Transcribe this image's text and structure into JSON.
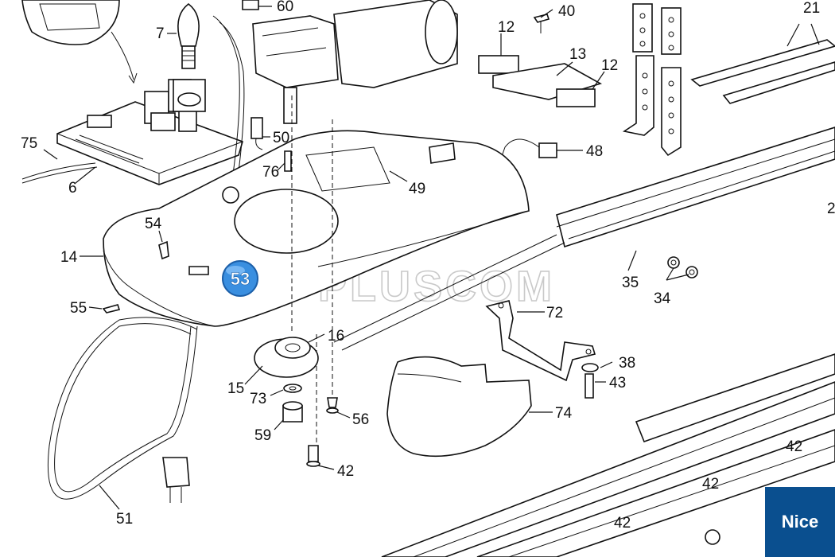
{
  "title": "Nice garage door opener exploded parts diagram",
  "watermark": "PLUSCOM",
  "brand": {
    "name": "Nice",
    "bg": "#0a4f8f",
    "fg": "#ffffff"
  },
  "highlight": {
    "label": "53",
    "color": "#3a8fe0"
  },
  "labels": {
    "p60": "60",
    "p40": "40",
    "p21": "21",
    "p7": "7",
    "p12a": "12",
    "p13": "13",
    "p12b": "12",
    "p50": "50",
    "p48": "48",
    "p75": "75",
    "p6": "6",
    "p76": "76",
    "p49": "49",
    "p54": "54",
    "p14": "14",
    "p35": "35",
    "p34": "34",
    "p55": "55",
    "p72": "72",
    "p16": "16",
    "p38": "38",
    "p43": "43",
    "p15": "15",
    "p73": "73",
    "p74": "74",
    "p56": "56",
    "p59": "59",
    "p42a": "42",
    "p42b": "42",
    "p42c": "42",
    "p42d": "42",
    "p51": "51",
    "p2": "2"
  }
}
